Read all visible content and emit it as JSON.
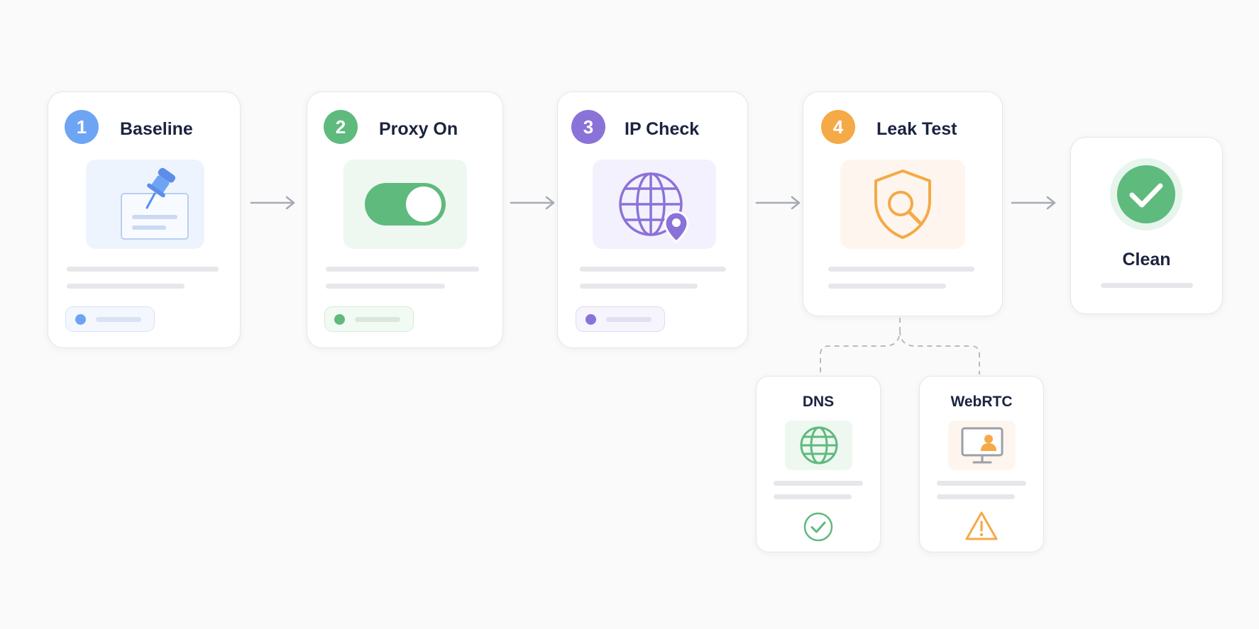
{
  "steps": [
    {
      "number": "1",
      "title": "Baseline",
      "color": "#6ea4f4",
      "icon": "pushpin-note-icon"
    },
    {
      "number": "2",
      "title": "Proxy On",
      "color": "#5fba7d",
      "icon": "toggle-switch-icon"
    },
    {
      "number": "3",
      "title": "IP Check",
      "color": "#8b72d8",
      "icon": "globe-location-icon"
    },
    {
      "number": "4",
      "title": "Leak Test",
      "color": "#f5a947",
      "icon": "shield-search-icon"
    }
  ],
  "result": {
    "title": "Clean",
    "color": "#5fba7d",
    "icon": "check-circle-icon"
  },
  "subtests": [
    {
      "title": "DNS",
      "icon": "globe-icon",
      "status": "pass",
      "status_icon": "check-circle-icon",
      "color": "#5fba7d"
    },
    {
      "title": "WebRTC",
      "icon": "monitor-user-icon",
      "status": "warning",
      "status_icon": "warning-triangle-icon",
      "color": "#f5a947"
    }
  ]
}
